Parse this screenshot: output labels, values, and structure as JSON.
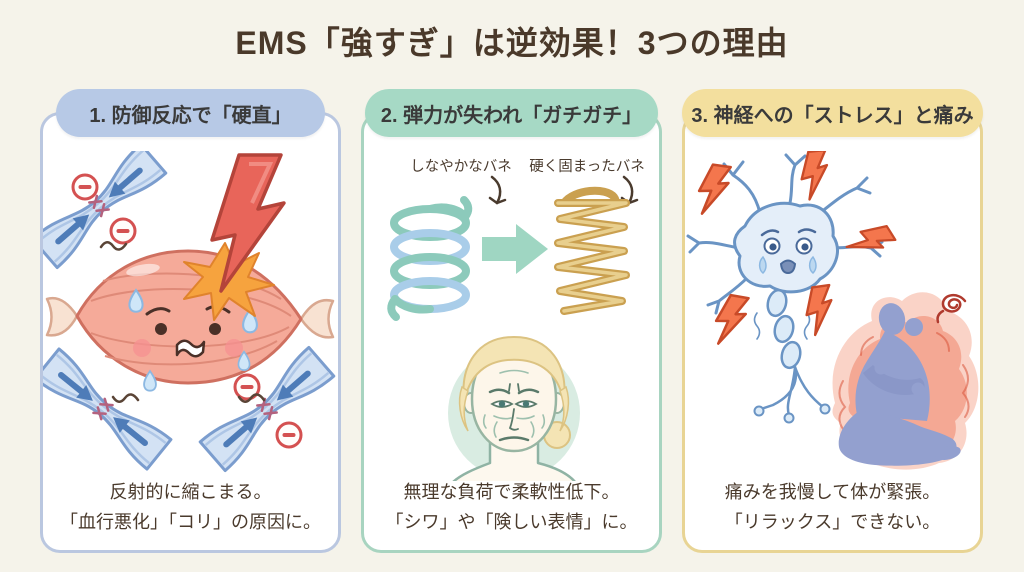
{
  "title": "EMS「強すぎ」は逆効果！3つの理由",
  "background_color": "#f5f3ea",
  "title_color": "#4a392a",
  "panels": [
    {
      "number": "1",
      "header": "1. 防御反応で「硬直」",
      "header_bg": "#b7c9e6",
      "border_color": "#bac7e0",
      "captions": [
        "反射的に縮こまる。",
        "「血行悪化」「コリ」の原因に。"
      ],
      "illustration": "muscle-shocked-by-lightning-with-pinched-blood-vessels"
    },
    {
      "number": "2",
      "header": "2. 弾力が失われ「ガチガチ」",
      "header_bg": "#a6d9c5",
      "border_color": "#a8d4c0",
      "spring_labels": {
        "flexible": "しなやかなバネ",
        "stiff": "硬く固まったバネ"
      },
      "captions": [
        "無理な負荷で柔軟性低下。",
        "「シワ」や「険しい表情」に。"
      ],
      "illustration": "flexible-spring-becomes-stiff-spring-and-frowning-face"
    },
    {
      "number": "3",
      "header": "3. 神経への「ストレス」と痛み",
      "header_bg": "#f3df9e",
      "border_color": "#e8d494",
      "captions": [
        "痛みを我慢して体が緊張。",
        "「リラックス」できない。"
      ],
      "illustration": "stressed-neuron-with-lightning-and-woman-in-pain"
    }
  ]
}
